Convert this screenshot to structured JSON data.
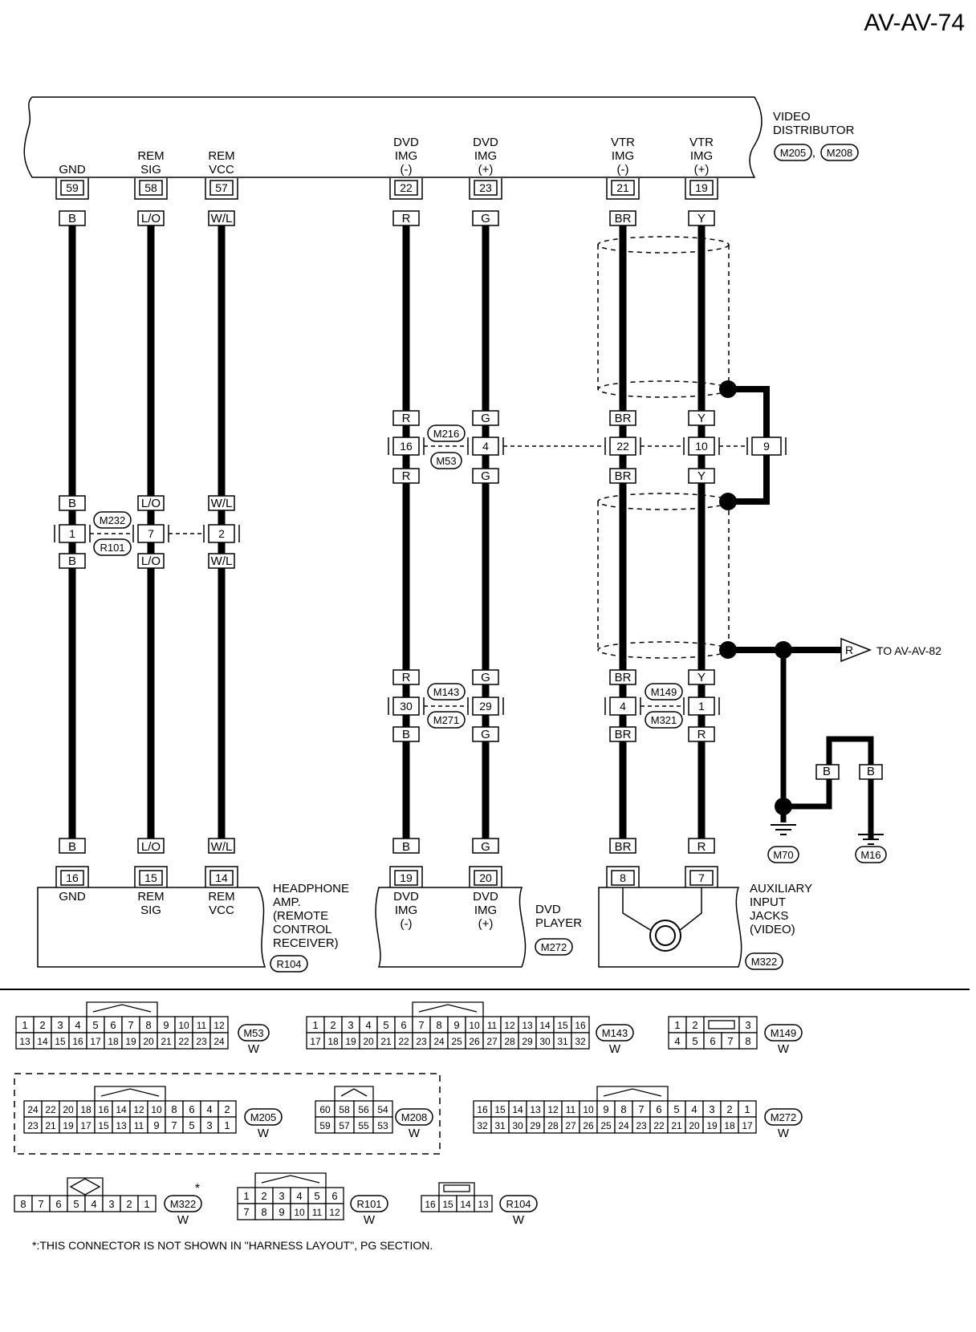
{
  "page_id": "AV-AV-74",
  "video_distributor": {
    "label_lines": [
      "VIDEO",
      "DISTRIBUTOR"
    ],
    "connectors": [
      "M205",
      "M208"
    ],
    "connector_sep": ","
  },
  "top_terminals": [
    {
      "pin": "59",
      "label": [
        "GND"
      ],
      "wire": "B"
    },
    {
      "pin": "58",
      "label": [
        "REM",
        "SIG"
      ],
      "wire": "L/O"
    },
    {
      "pin": "57",
      "label": [
        "REM",
        "VCC"
      ],
      "wire": "W/L"
    },
    {
      "pin": "22",
      "label": [
        "DVD",
        "IMG",
        "(-)"
      ],
      "wire": "R"
    },
    {
      "pin": "23",
      "label": [
        "DVD",
        "IMG",
        "(+)"
      ],
      "wire": "G"
    },
    {
      "pin": "21",
      "label": [
        "VTR",
        "IMG",
        "(-)"
      ],
      "wire": "BR"
    },
    {
      "pin": "19",
      "label": [
        "VTR",
        "IMG",
        "(+)"
      ],
      "wire": "Y"
    }
  ],
  "joint_m232_r101": {
    "connectors": [
      "M232",
      "R101"
    ],
    "pins": [
      "1",
      "7",
      "2"
    ],
    "wires_above": [
      "B",
      "L/O",
      "W/L"
    ],
    "wires_below": [
      "B",
      "L/O",
      "W/L"
    ]
  },
  "joint_m216_m53": {
    "connectors": [
      "M216",
      "M53"
    ],
    "pins": [
      "16",
      "4",
      "22",
      "10",
      "9"
    ],
    "wires_above": [
      "R",
      "G",
      "BR",
      "Y"
    ],
    "wires_below": [
      "R",
      "G",
      "BR",
      "Y"
    ]
  },
  "joint_m143_m271": {
    "connectors": [
      "M143",
      "M271"
    ],
    "pins": [
      "30",
      "29"
    ],
    "wires_above": [
      "R",
      "G"
    ],
    "wires_below": [
      "B",
      "G"
    ]
  },
  "joint_m149_m321": {
    "connectors": [
      "M149",
      "M321"
    ],
    "pins": [
      "4",
      "1"
    ],
    "wires_above": [
      "BR",
      "Y"
    ],
    "wires_below": [
      "BR",
      "R"
    ]
  },
  "ground": {
    "arrow_letter": "R",
    "arrow_text": "TO AV-AV-82",
    "wires": [
      "B",
      "B"
    ],
    "connectors": [
      "M70",
      "M16"
    ]
  },
  "bottom_wires": [
    "B",
    "L/O",
    "W/L",
    "B",
    "G",
    "BR",
    "R"
  ],
  "headphone_amp": {
    "pins": [
      "16",
      "15",
      "14"
    ],
    "pin_labels": [
      [
        "GND"
      ],
      [
        "REM",
        "SIG"
      ],
      [
        "REM",
        "VCC"
      ]
    ],
    "label_lines": [
      "HEADPHONE",
      "AMP.",
      "(REMOTE",
      "CONTROL",
      "RECEIVER)"
    ],
    "connector": "R104"
  },
  "dvd_player": {
    "pins": [
      "19",
      "20"
    ],
    "pin_labels": [
      [
        "DVD",
        "IMG",
        "(-)"
      ],
      [
        "DVD",
        "IMG",
        "(+)"
      ]
    ],
    "label_lines": [
      "DVD",
      "PLAYER"
    ],
    "connector": "M272"
  },
  "aux_jacks": {
    "pins": [
      "8",
      "7"
    ],
    "label_lines": [
      "AUXILIARY",
      "INPUT",
      "JACKS",
      "(VIDEO)"
    ],
    "connector": "M322"
  },
  "connector_faces": {
    "M53": {
      "rows": [
        [
          "1",
          "2",
          "3",
          "4",
          "5",
          "6",
          "7",
          "8",
          "9",
          "10",
          "11",
          "12"
        ],
        [
          "13",
          "14",
          "15",
          "16",
          "17",
          "18",
          "19",
          "20",
          "21",
          "22",
          "23",
          "24"
        ]
      ],
      "color": "W"
    },
    "M143": {
      "rows": [
        [
          "1",
          "2",
          "3",
          "4",
          "5",
          "6",
          "7",
          "8",
          "9",
          "10",
          "11",
          "12",
          "13",
          "14",
          "15",
          "16"
        ],
        [
          "17",
          "18",
          "19",
          "20",
          "21",
          "22",
          "23",
          "24",
          "25",
          "26",
          "27",
          "28",
          "29",
          "30",
          "31",
          "32"
        ]
      ],
      "color": "W"
    },
    "M149": {
      "rows": [
        [
          "1",
          "2",
          "",
          "3"
        ],
        [
          "4",
          "5",
          "6",
          "7",
          "8"
        ]
      ],
      "color": "W"
    },
    "M205": {
      "rows": [
        [
          "24",
          "22",
          "20",
          "18",
          "16",
          "14",
          "12",
          "10",
          "8",
          "6",
          "4",
          "2"
        ],
        [
          "23",
          "21",
          "19",
          "17",
          "15",
          "13",
          "11",
          "9",
          "7",
          "5",
          "3",
          "1"
        ]
      ],
      "color": "W"
    },
    "M208": {
      "rows": [
        [
          "60",
          "58",
          "56",
          "54"
        ],
        [
          "59",
          "57",
          "55",
          "53"
        ]
      ],
      "color": "W"
    },
    "M272": {
      "rows": [
        [
          "16",
          "15",
          "14",
          "13",
          "12",
          "11",
          "10",
          "9",
          "8",
          "7",
          "6",
          "5",
          "4",
          "3",
          "2",
          "1"
        ],
        [
          "32",
          "31",
          "30",
          "29",
          "28",
          "27",
          "26",
          "25",
          "24",
          "23",
          "22",
          "21",
          "20",
          "19",
          "18",
          "17"
        ]
      ],
      "color": "W"
    },
    "M322": {
      "rows": [
        [
          "8",
          "7",
          "6",
          "5",
          "4",
          "3",
          "2",
          "1"
        ]
      ],
      "color": "W",
      "asterisk": "*"
    },
    "R101": {
      "rows": [
        [
          "1",
          "2",
          "3",
          "4",
          "5",
          "6"
        ],
        [
          "7",
          "8",
          "9",
          "10",
          "11",
          "12"
        ]
      ],
      "color": "W"
    },
    "R104": {
      "rows": [
        [
          "16",
          "15",
          "14",
          "13"
        ]
      ],
      "color": "W"
    }
  },
  "footnote": "*:THIS CONNECTOR IS NOT SHOWN IN \"HARNESS LAYOUT\", PG SECTION."
}
